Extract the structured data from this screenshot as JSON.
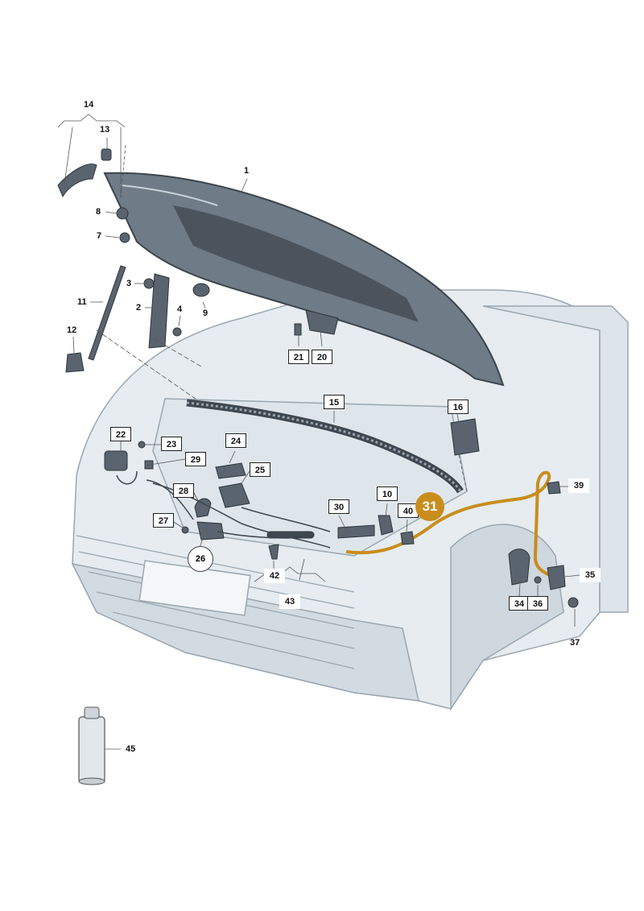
{
  "labels": {
    "p1": "1",
    "p2": "2",
    "p3": "3",
    "p4": "4",
    "p7": "7",
    "p8": "8",
    "p9": "9",
    "p10": "10",
    "p11": "11",
    "p12": "12",
    "p13": "13",
    "p14": "14",
    "p15": "15",
    "p16": "16",
    "p20": "20",
    "p21": "21",
    "p22": "22",
    "p23": "23",
    "p24": "24",
    "p25": "25",
    "p26": "26",
    "p27": "27",
    "p28": "28",
    "p29": "29",
    "p30": "30",
    "p31": "31",
    "p34": "34",
    "p35": "35",
    "p36": "36",
    "p37": "37",
    "p39": "39",
    "p40": "40",
    "p42": "42",
    "p43": "43",
    "p45": "45"
  },
  "colors": {
    "highlight": "#c98d1d",
    "body_fill": "#e6ecf0",
    "body_stroke": "#9aa7b1",
    "bonnet_fill": "#6f7b86",
    "part_fill": "#5a646e"
  },
  "highlighted_part": "31"
}
